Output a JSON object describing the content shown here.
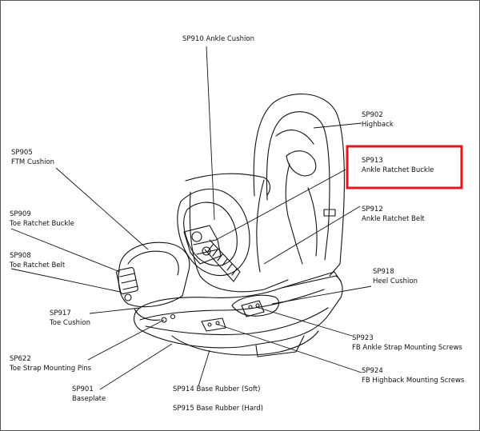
{
  "diagram": {
    "parts": [
      {
        "id": "sp910",
        "code": "SP910",
        "name": "Ankle Cushion"
      },
      {
        "id": "sp902",
        "code": "SP902",
        "name": "Highback"
      },
      {
        "id": "sp905",
        "code": "SP905",
        "name": "FTM Cushion"
      },
      {
        "id": "sp913",
        "code": "SP913",
        "name": "Ankle Ratchet Buckle",
        "highlighted": true
      },
      {
        "id": "sp909",
        "code": "SP909",
        "name": "Toe Ratchet Buckle"
      },
      {
        "id": "sp912",
        "code": "SP912",
        "name": "Ankle Ratchet Belt"
      },
      {
        "id": "sp908",
        "code": "SP908",
        "name": "Toe Ratchet Belt"
      },
      {
        "id": "sp918",
        "code": "SP918",
        "name": "Heel Cushion"
      },
      {
        "id": "sp917",
        "code": "SP917",
        "name": "Toe Cushion"
      },
      {
        "id": "sp923",
        "code": "SP923",
        "name": "FB  Ankle Strap Mounting Screws"
      },
      {
        "id": "sp622",
        "code": "SP622",
        "name": "Toe Strap Mounting Pins"
      },
      {
        "id": "sp924",
        "code": "SP924",
        "name": "FB Highback Mounting Screws"
      },
      {
        "id": "sp901",
        "code": "SP901",
        "name": "Baseplate"
      },
      {
        "id": "sp914",
        "code": "SP914",
        "name": "Base Rubber (Soft)"
      },
      {
        "id": "sp915",
        "code": "SP915",
        "name": "Base Rubber (Hard)"
      }
    ],
    "highlight_color": "#e8141e",
    "line_color": "#111111"
  }
}
